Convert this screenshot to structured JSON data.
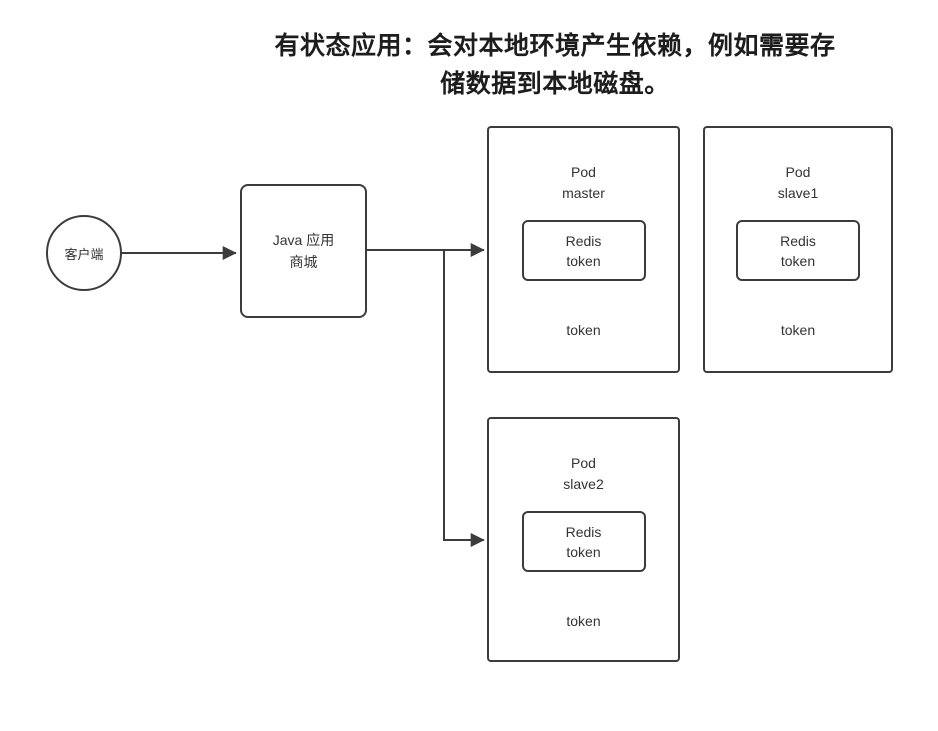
{
  "title": "有状态应用：会对本地环境产生依赖，例如需要存\n储数据到本地磁盘。",
  "nodes": {
    "client": {
      "label": "客户端"
    },
    "java_app": {
      "label": "Java 应用\n商城"
    },
    "pod_master": {
      "title": "Pod\nmaster",
      "redis": "Redis\ntoken",
      "footer": "token"
    },
    "pod_slave1": {
      "title": "Pod\nslave1",
      "redis": "Redis\ntoken",
      "footer": "token"
    },
    "pod_slave2": {
      "title": "Pod\nslave2",
      "redis": "Redis\ntoken",
      "footer": "token"
    }
  },
  "colors": {
    "line": "#3c3c3c",
    "text": "#333333",
    "background": "#ffffff"
  }
}
